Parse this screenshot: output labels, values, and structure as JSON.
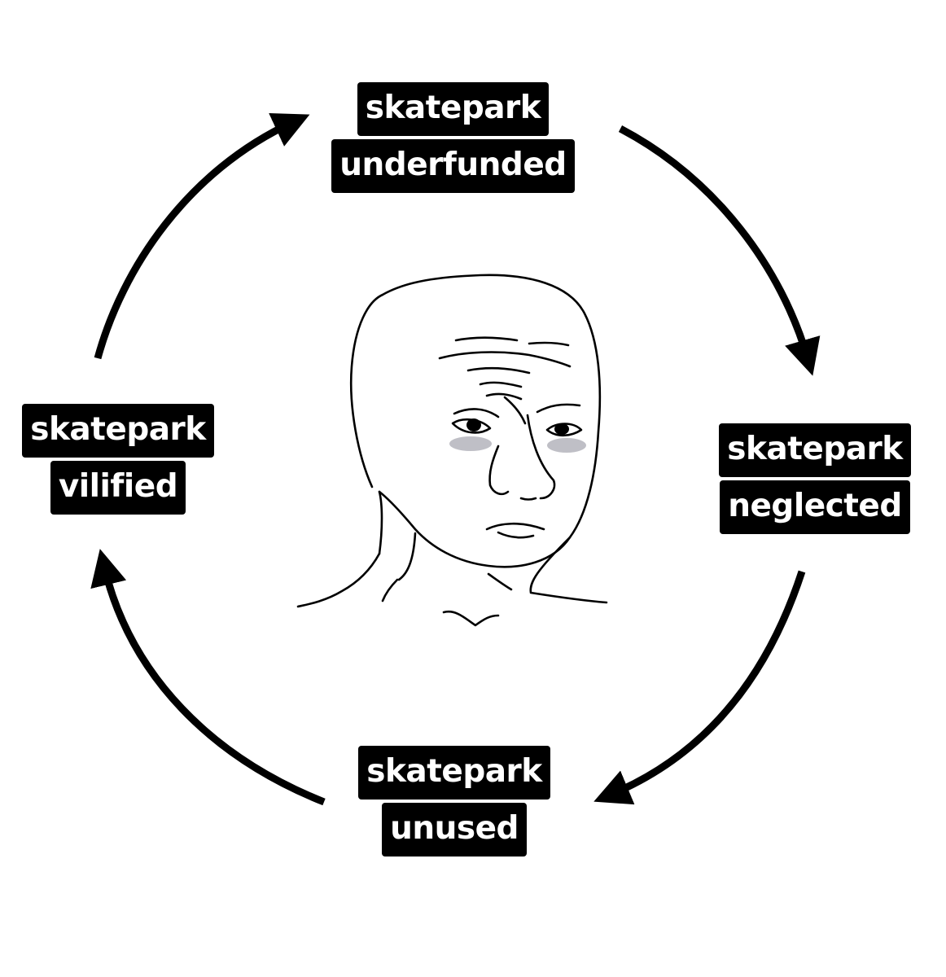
{
  "cycle": [
    {
      "id": "top",
      "line1": "skatepark",
      "line2": "underfunded"
    },
    {
      "id": "right",
      "line1": "skatepark",
      "line2": "neglected"
    },
    {
      "id": "bottom",
      "line1": "skatepark",
      "line2": "unused"
    },
    {
      "id": "left",
      "line1": "skatepark",
      "line2": "vilified"
    }
  ],
  "colors": {
    "background": "#ffffff",
    "label_bg": "#000000",
    "label_text": "#ffffff",
    "arrow": "#000000"
  },
  "center_image": "sad-wojak-face-drawing"
}
